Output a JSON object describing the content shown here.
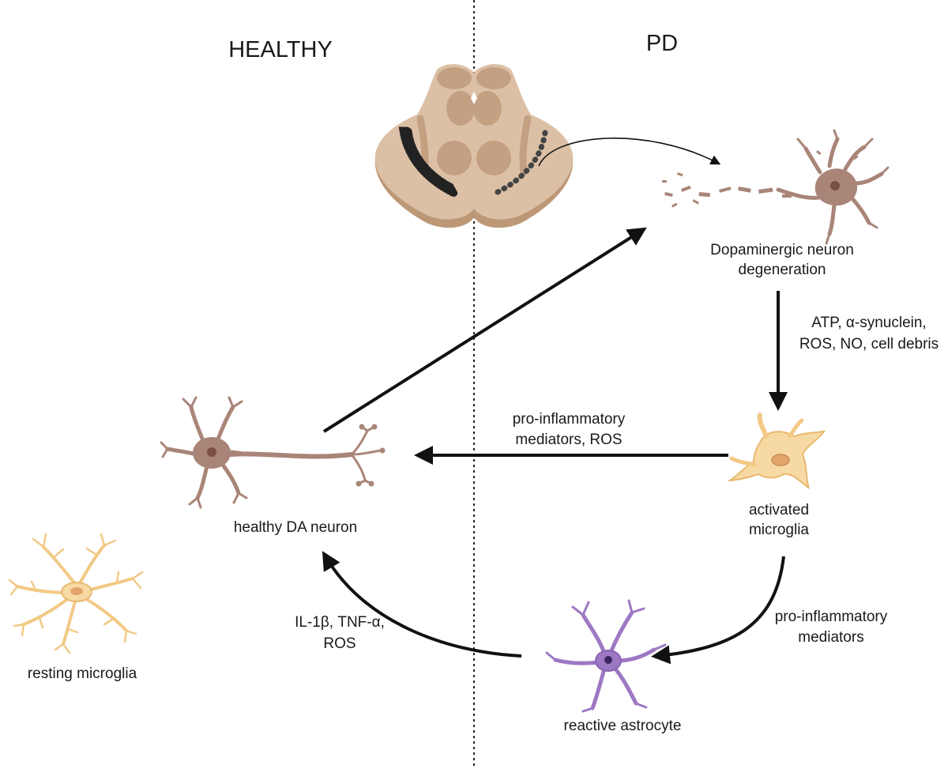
{
  "headings": {
    "healthy": "HEALTHY",
    "pd": "PD"
  },
  "labels": {
    "da_degeneration": [
      "Dopaminergic neuron",
      "degeneration"
    ],
    "healthy_neuron": "healthy DA neuron",
    "resting_microglia": "resting microglia",
    "activated_microglia": [
      "activated",
      "microglia"
    ],
    "reactive_astrocyte": "reactive astrocyte"
  },
  "arrow_labels": {
    "degeneration_to_microglia": [
      "ATP, α-synuclein,",
      "ROS, NO, cell debris"
    ],
    "microglia_to_neuron": [
      "pro-inflammatory",
      "mediators, ROS"
    ],
    "microglia_to_astrocyte": [
      "pro-inflammatory",
      "mediators"
    ],
    "astrocyte_to_neuron": [
      "IL-1β, TNF-α,",
      "ROS"
    ]
  },
  "colors": {
    "arrow": "#111111",
    "neuron": "#a98578",
    "neuron_nucleus": "#7a4f44",
    "microglia": "#f7d9a3",
    "microglia_outline": "#e8b970",
    "astrocyte": "#9d78c3",
    "astrocyte_nucleus": "#3d2560",
    "brainstem": "#dcc0a6",
    "brainstem_dark": "#c4a083",
    "substantia_nigra": "#2d2d2d"
  }
}
